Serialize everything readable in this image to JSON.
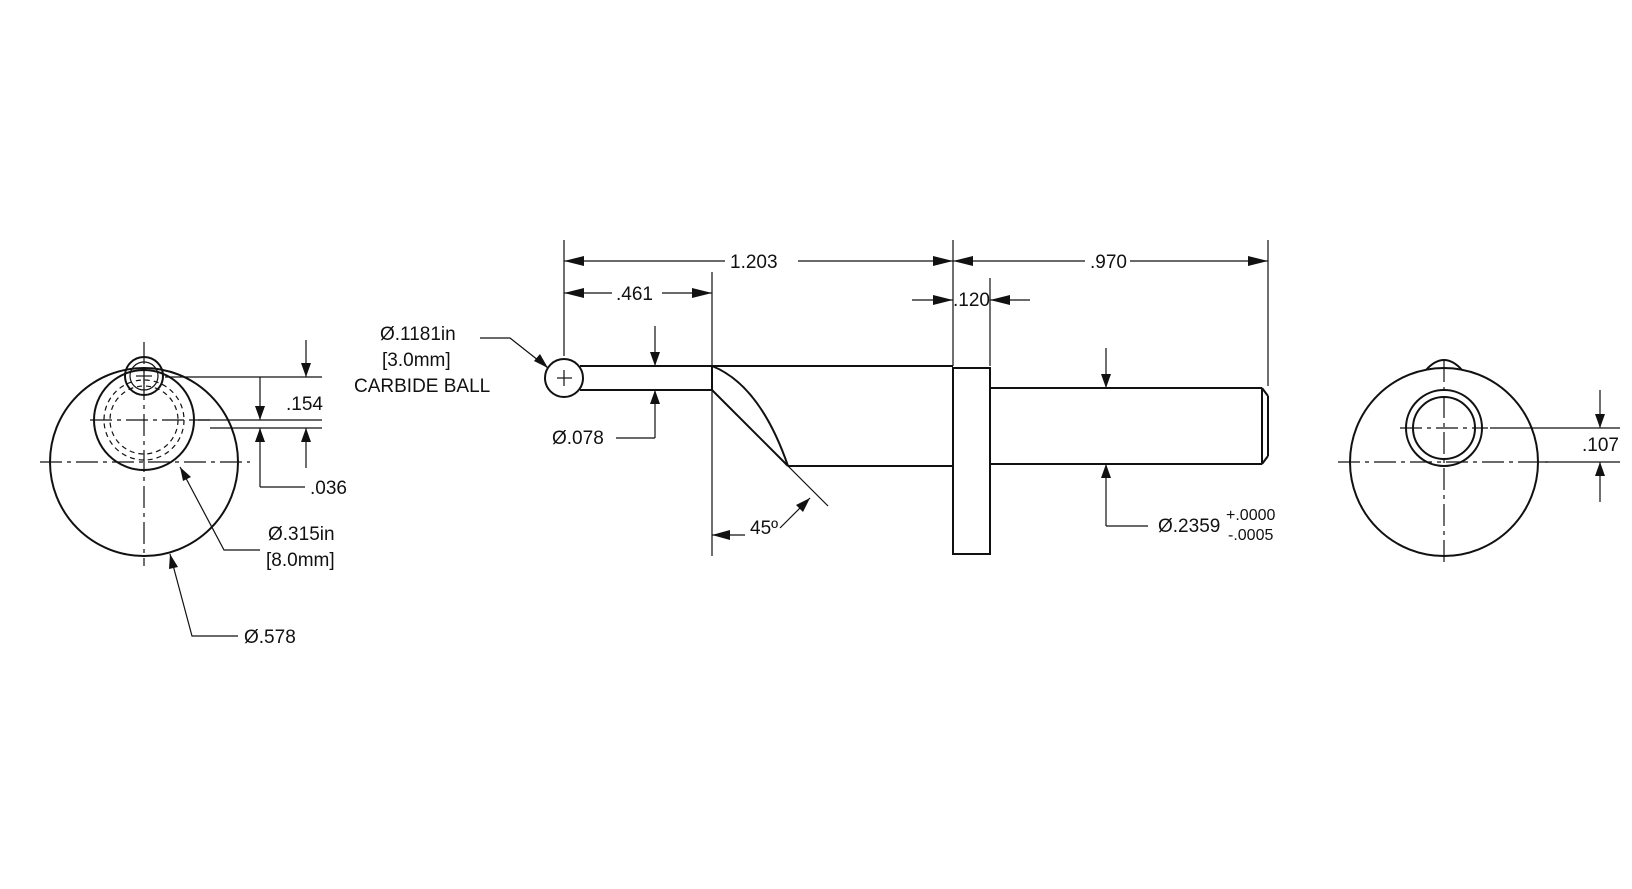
{
  "dimensions": {
    "overall_length": "1.203",
    "ball_to_chamfer": ".461",
    "flange_thickness": ".120",
    "shank_length": ".970",
    "ball_dia": "Ø.1181in",
    "ball_dia_mm": "[3.0mm]",
    "ball_note": "CARBIDE BALL",
    "stem_dia": "Ø.078",
    "chamfer_angle": "45º",
    "shank_dia": "Ø.2359",
    "shank_tol_plus": "+.0000",
    "shank_tol_minus": "-.0005",
    "offset_top": ".154",
    "offset_small": ".036",
    "body_dia": "Ø.315in",
    "body_dia_mm": "[8.0mm]",
    "flange_dia": "Ø.578",
    "right_offset": ".107"
  }
}
